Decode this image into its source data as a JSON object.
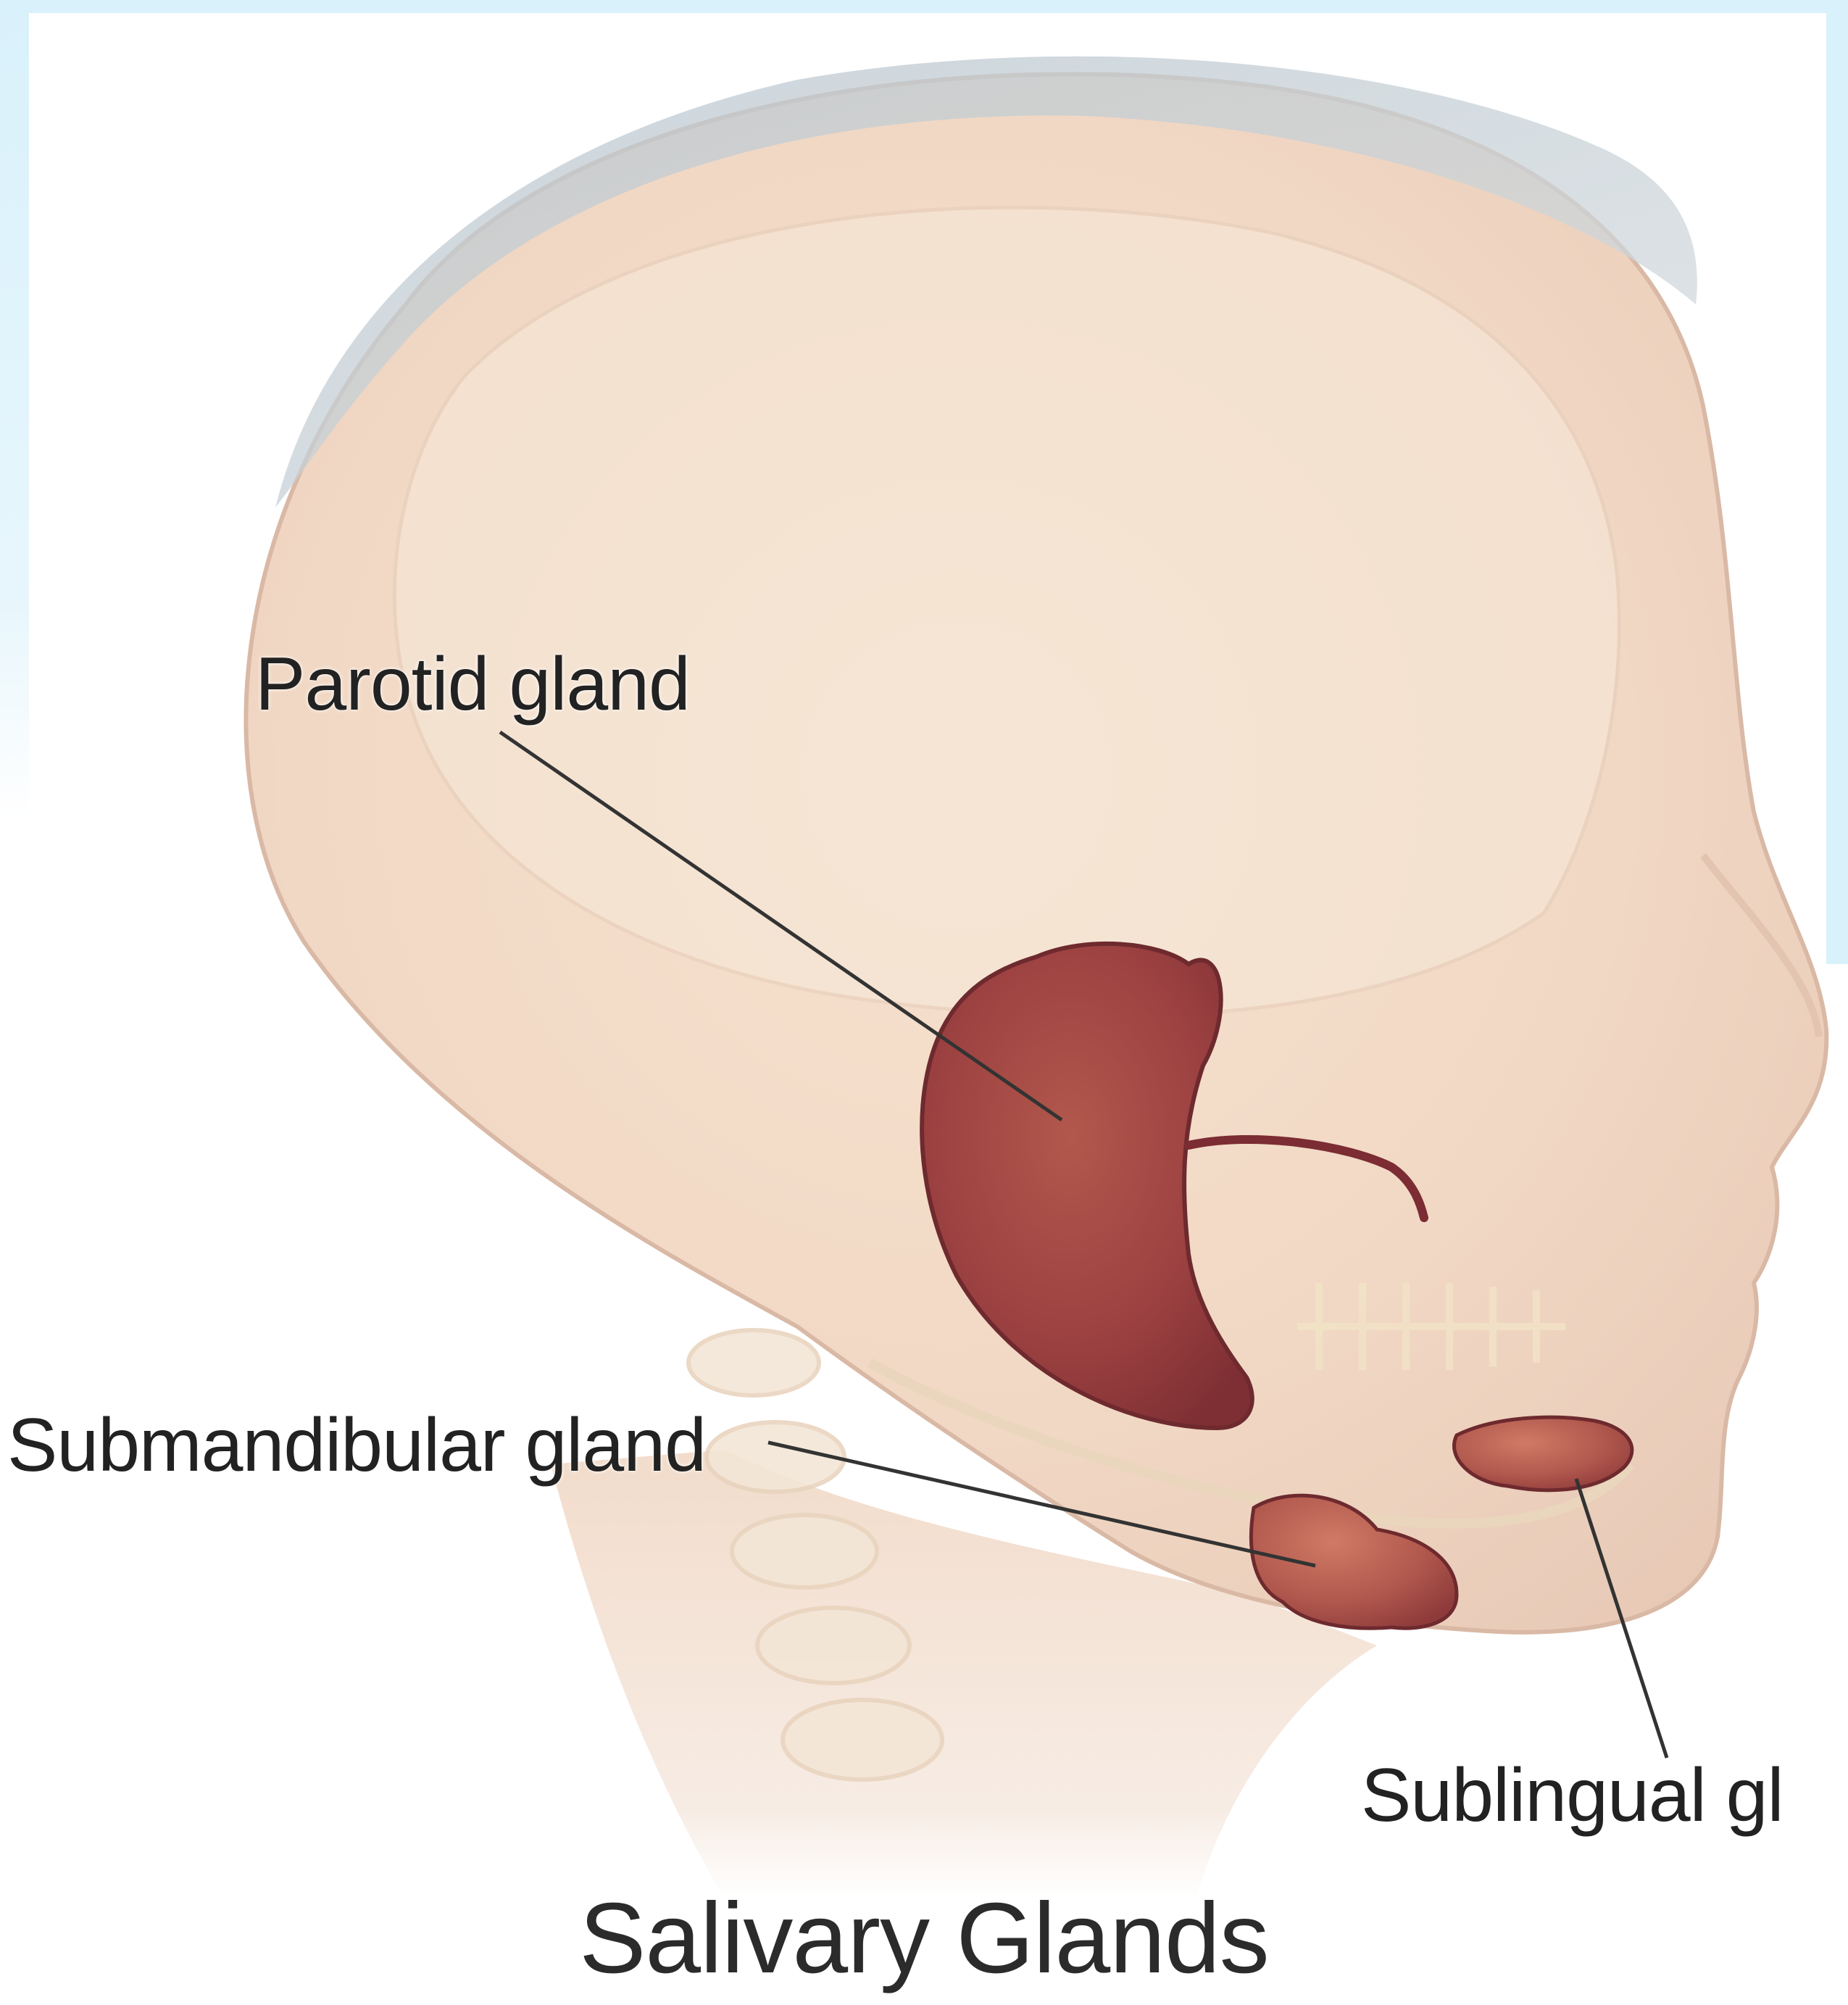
{
  "figure": {
    "title": "Salivary Glands",
    "labels": {
      "parotid": "Parotid gland",
      "submandibular": "Submandibular gland",
      "sublingual": "Sublingual gl"
    }
  },
  "colors": {
    "frame_blue": "#dff3fb",
    "skin": "#f2dcc8",
    "gland": "#9a3f3c",
    "gland_light": "#c46b58",
    "leader_line": "#333333"
  }
}
